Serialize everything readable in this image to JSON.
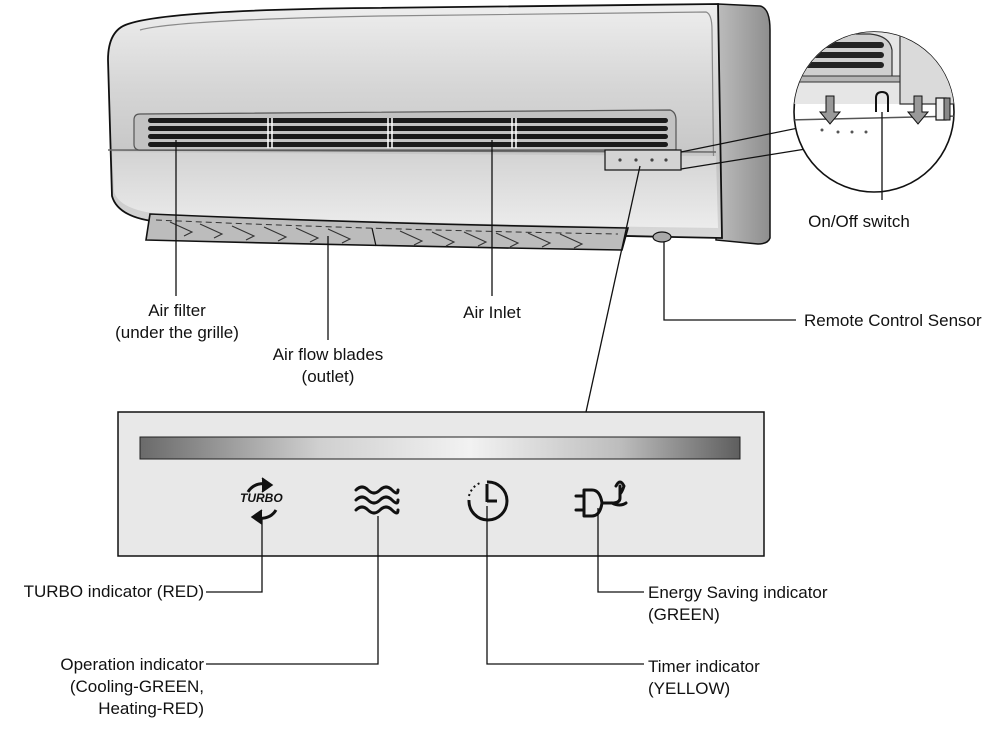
{
  "labels": {
    "air_filter": {
      "line1": "Air filter",
      "line2": "(under the grille)"
    },
    "air_flow_blades": {
      "line1": "Air flow blades",
      "line2": "(outlet)"
    },
    "air_inlet": "Air Inlet",
    "on_off_switch": "On/Off switch",
    "remote_sensor": "Remote Control Sensor",
    "turbo_indicator": "TURBO indicator (RED)",
    "operation_indicator": {
      "line1": "Operation indicator",
      "line2": "(Cooling-GREEN,",
      "line3": "Heating-RED)"
    },
    "timer_indicator": {
      "line1": "Timer indicator",
      "line2": "(YELLOW)"
    },
    "energy_indicator": {
      "line1": "Energy Saving indicator",
      "line2": "(GREEN)"
    }
  },
  "icons": {
    "turbo_text": "TURBO"
  },
  "colors": {
    "line": "#111111",
    "panel_fill": "#e8e8e8",
    "body_silver": "#c9c9c9"
  }
}
